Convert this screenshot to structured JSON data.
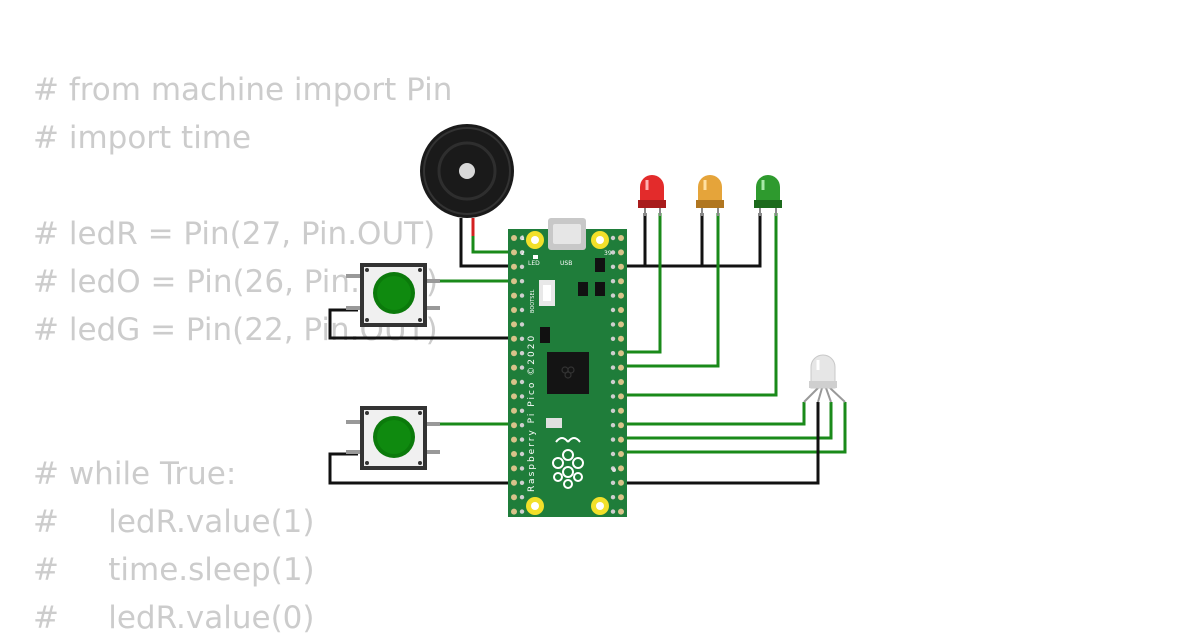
{
  "code_lines": [
    "# from machine import Pin",
    "# import time",
    "",
    "# ledR = Pin(27, Pin.OUT)",
    "# ledO = Pin(26, Pin.OUT)",
    "# ledG = Pin(22, Pin.OUT)",
    "",
    "",
    "# while True:",
    "#     ledR.value(1)",
    "#     time.sleep(1)",
    "#     ledR.value(0)"
  ],
  "board": {
    "vertical_label": "Raspberry Pi Pico ©2020",
    "led_label": "LED",
    "usb_label": "USB",
    "bootsel_label": "BOOTSEL",
    "pin1_label": "1",
    "pin2_label": "2",
    "pin39_label": "39"
  },
  "components": {
    "leds": [
      {
        "color": "#e32b2b",
        "dark": "#a81c1c"
      },
      {
        "color": "#e5a43a",
        "dark": "#b07620"
      },
      {
        "color": "#2e9a2e",
        "dark": "#1c6a1c"
      }
    ],
    "rgb_led_color": "#e6e6e6",
    "button_cap_color": "#0b7a0b",
    "board_color": "#1f7d3a",
    "wire_signal_color": "#1a8a1a",
    "wire_ground_color": "#111111"
  }
}
